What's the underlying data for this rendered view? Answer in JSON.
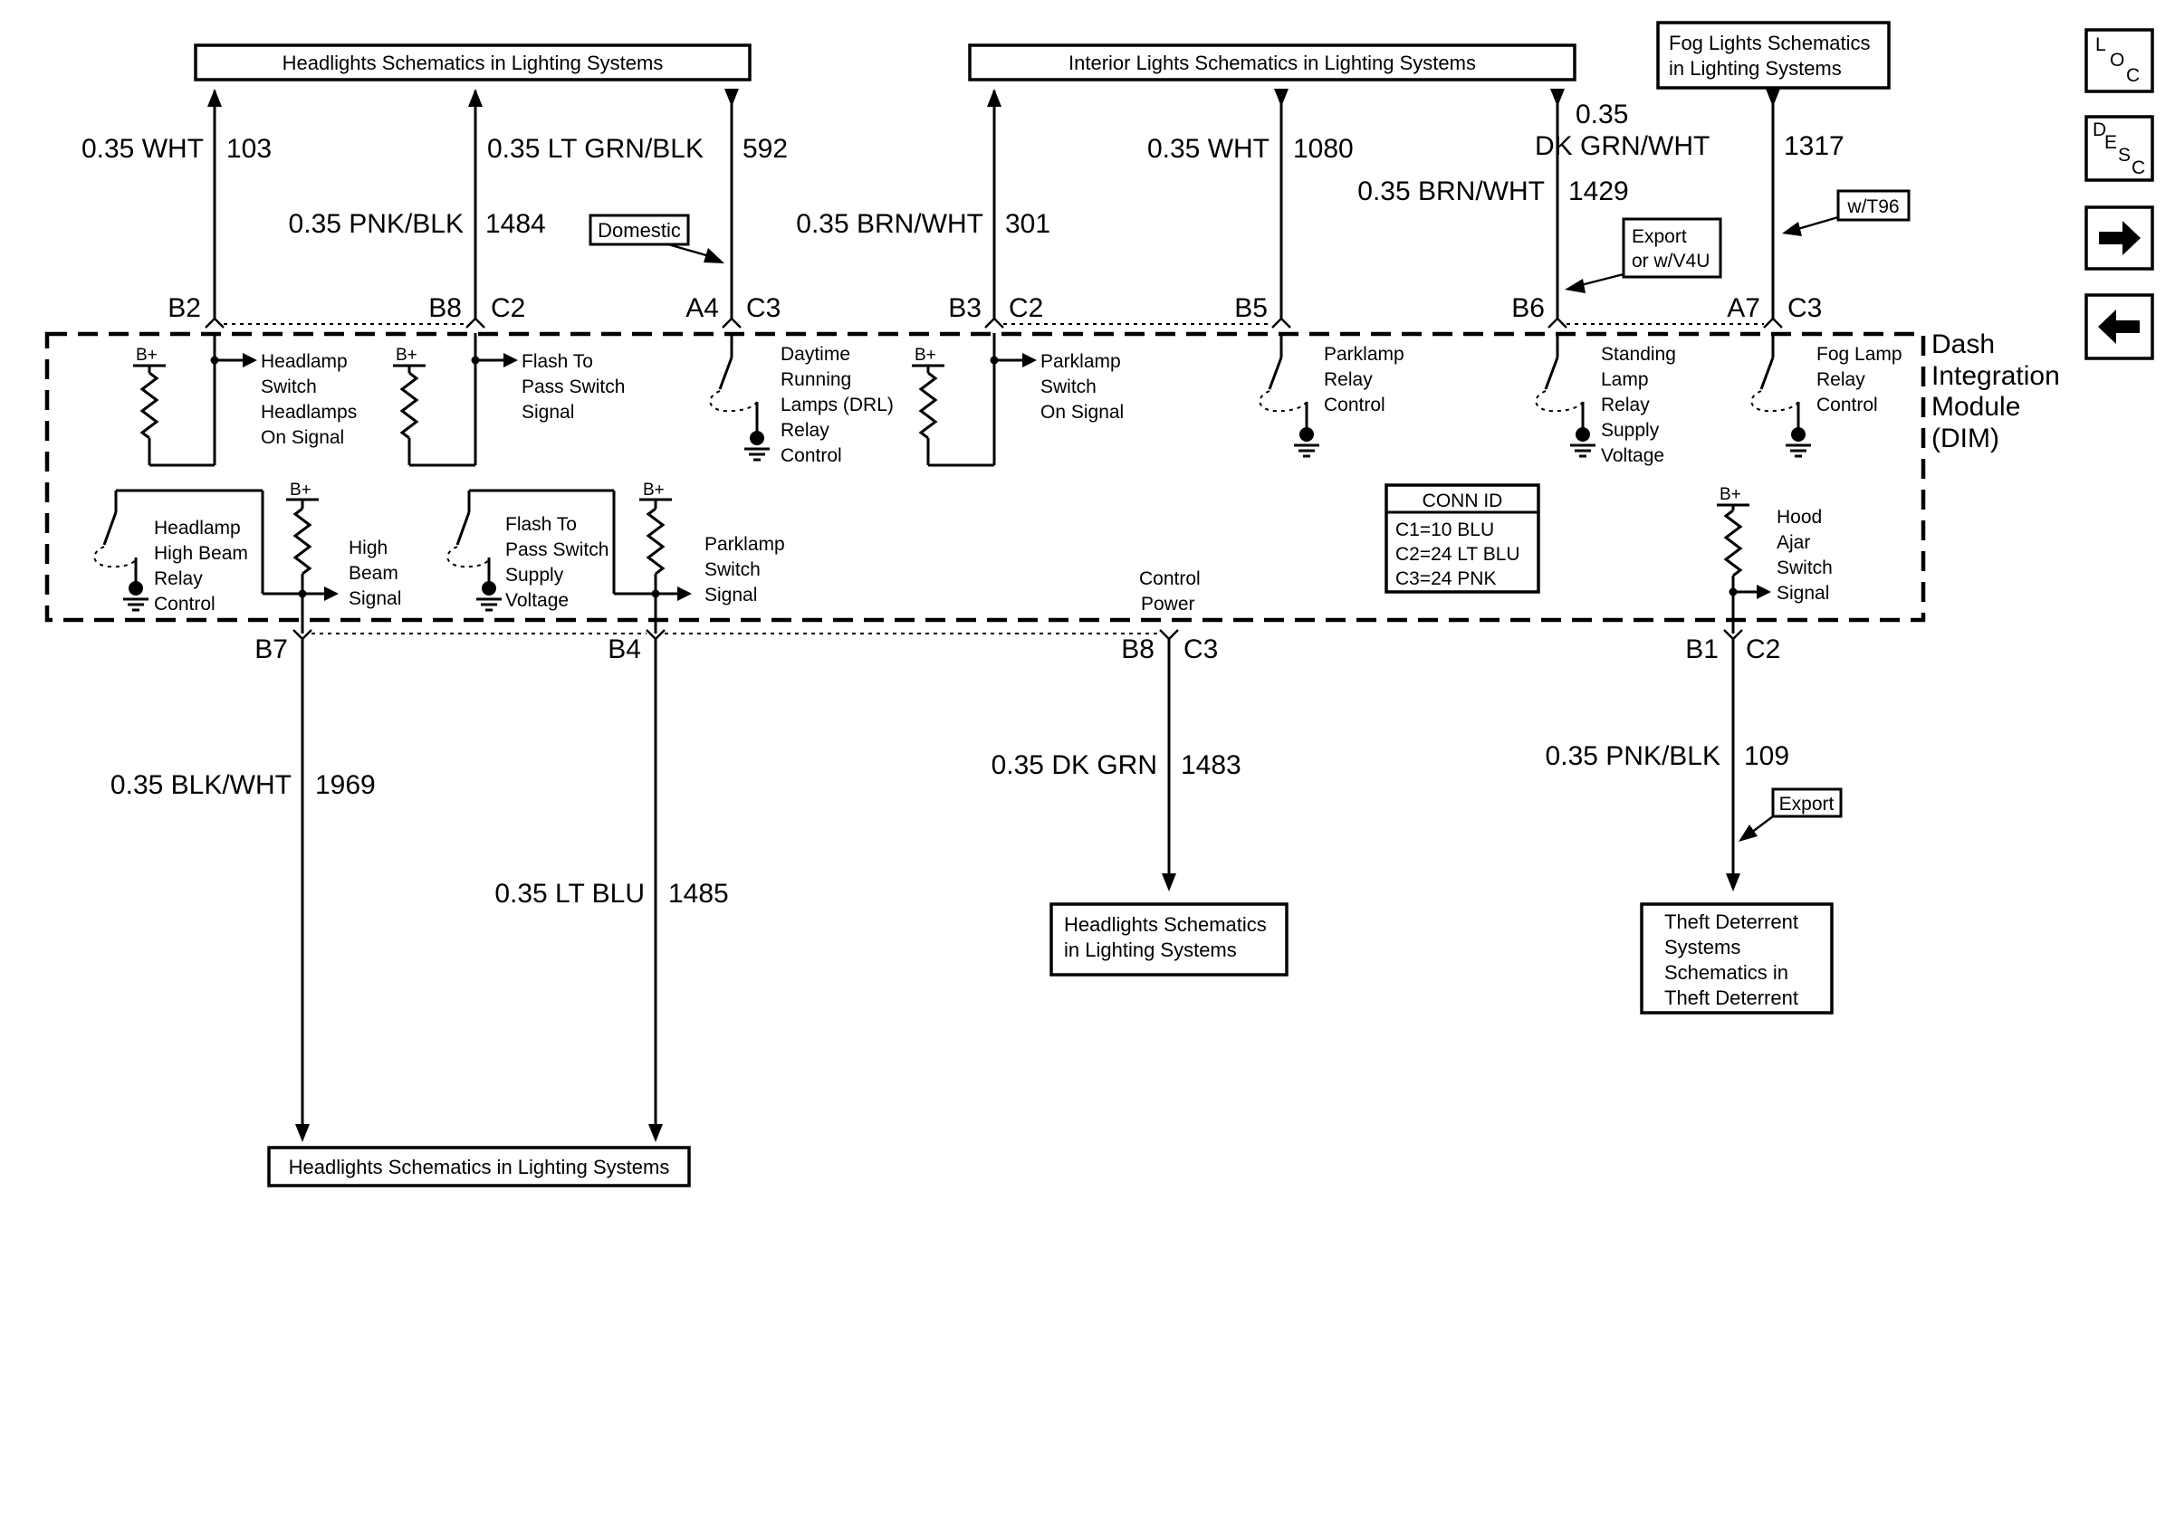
{
  "diagram": {
    "module_label": [
      "Dash",
      "Integration",
      "Module",
      "(DIM)"
    ],
    "top_destinations": {
      "headlights": "Headlights Schematics in Lighting Systems",
      "interior": "Interior Lights Schematics in Lighting Systems",
      "fog": [
        "Fog Lights Schematics",
        "in Lighting Systems"
      ]
    },
    "bottom_destinations": {
      "headlights_bottom": "Headlights Schematics in Lighting Systems",
      "headlights_mid": [
        "Headlights Schematics",
        "in Lighting Systems"
      ],
      "theft": [
        "Theft Deterrent",
        "Systems",
        "Schematics in",
        "Theft Deterrent"
      ]
    },
    "option_tags": {
      "domestic": "Domestic",
      "export_v4u": [
        "Export",
        "or w/V4U"
      ],
      "wt96": "w/T96",
      "export": "Export"
    },
    "wires": {
      "w103": {
        "gauge": "0.35 WHT",
        "circuit": "103"
      },
      "w1484": {
        "gauge": "0.35 PNK/BLK",
        "circuit": "1484"
      },
      "w592": {
        "gauge": "0.35 LT GRN/BLK",
        "circuit": "592"
      },
      "w301": {
        "gauge": "0.35 BRN/WHT",
        "circuit": "301"
      },
      "w1080": {
        "gauge": "0.35 WHT",
        "circuit": "1080"
      },
      "w1429": {
        "gauge": "0.35 BRN/WHT",
        "circuit": "1429"
      },
      "w1317": {
        "gauge": [
          "0.35",
          "DK GRN/WHT"
        ],
        "circuit": "1317"
      },
      "w1969": {
        "gauge": "0.35 BLK/WHT",
        "circuit": "1969"
      },
      "w1485": {
        "gauge": "0.35 LT BLU",
        "circuit": "1485"
      },
      "w1483": {
        "gauge": "0.35 DK GRN",
        "circuit": "1483"
      },
      "w109": {
        "gauge": "0.35 PNK/BLK",
        "circuit": "109"
      }
    },
    "pins": {
      "p103": {
        "pin": "B2",
        "conn": ""
      },
      "p1484": {
        "pin": "B8",
        "conn": "C2"
      },
      "p592": {
        "pin": "A4",
        "conn": "C3"
      },
      "p301": {
        "pin": "B3",
        "conn": "C2"
      },
      "p1080": {
        "pin": "B5",
        "conn": ""
      },
      "p1429": {
        "pin": "B6",
        "conn": ""
      },
      "p1317": {
        "pin": "A7",
        "conn": "C3"
      },
      "p1969": {
        "pin": "B7",
        "conn": ""
      },
      "p1485": {
        "pin": "B4",
        "conn": ""
      },
      "p1483": {
        "pin": "B8",
        "conn": "C3"
      },
      "p109": {
        "pin": "B1",
        "conn": "C2"
      }
    },
    "functions": {
      "headlamp_switch": [
        "Headlamp",
        "Switch",
        "Headlamps",
        "On Signal"
      ],
      "flash_signal": [
        "Flash To",
        "Pass Switch",
        "Signal"
      ],
      "drl": [
        "Daytime",
        "Running",
        "Lamps (DRL)",
        "Relay",
        "Control"
      ],
      "parklamp_on": [
        "Parklamp",
        "Switch",
        "On Signal"
      ],
      "parklamp_relay": [
        "Parklamp",
        "Relay",
        "Control"
      ],
      "standing_lamp": [
        "Standing",
        "Lamp",
        "Relay",
        "Supply",
        "Voltage"
      ],
      "fog_relay": [
        "Fog Lamp",
        "Relay",
        "Control"
      ],
      "high_beam_relay": [
        "Headlamp",
        "High Beam",
        "Relay",
        "Control"
      ],
      "high_beam_signal": [
        "High",
        "Beam",
        "Signal"
      ],
      "flash_supply": [
        "Flash To",
        "Pass Switch",
        "Supply",
        "Voltage"
      ],
      "parklamp_signal": [
        "Parklamp",
        "Switch",
        "Signal"
      ],
      "control_power": [
        "Control",
        "Power"
      ],
      "hood_ajar": [
        "Hood",
        "Ajar",
        "Switch",
        "Signal"
      ]
    },
    "bplus": "B+",
    "conn_id": {
      "title": "CONN ID",
      "rows": [
        "C1=10 BLU",
        "C2=24 LT BLU",
        "C3=24 PNK"
      ]
    }
  },
  "nav": {
    "loc": [
      "L",
      "O",
      "C"
    ],
    "desc": [
      "D",
      "E",
      "S",
      "C"
    ]
  }
}
